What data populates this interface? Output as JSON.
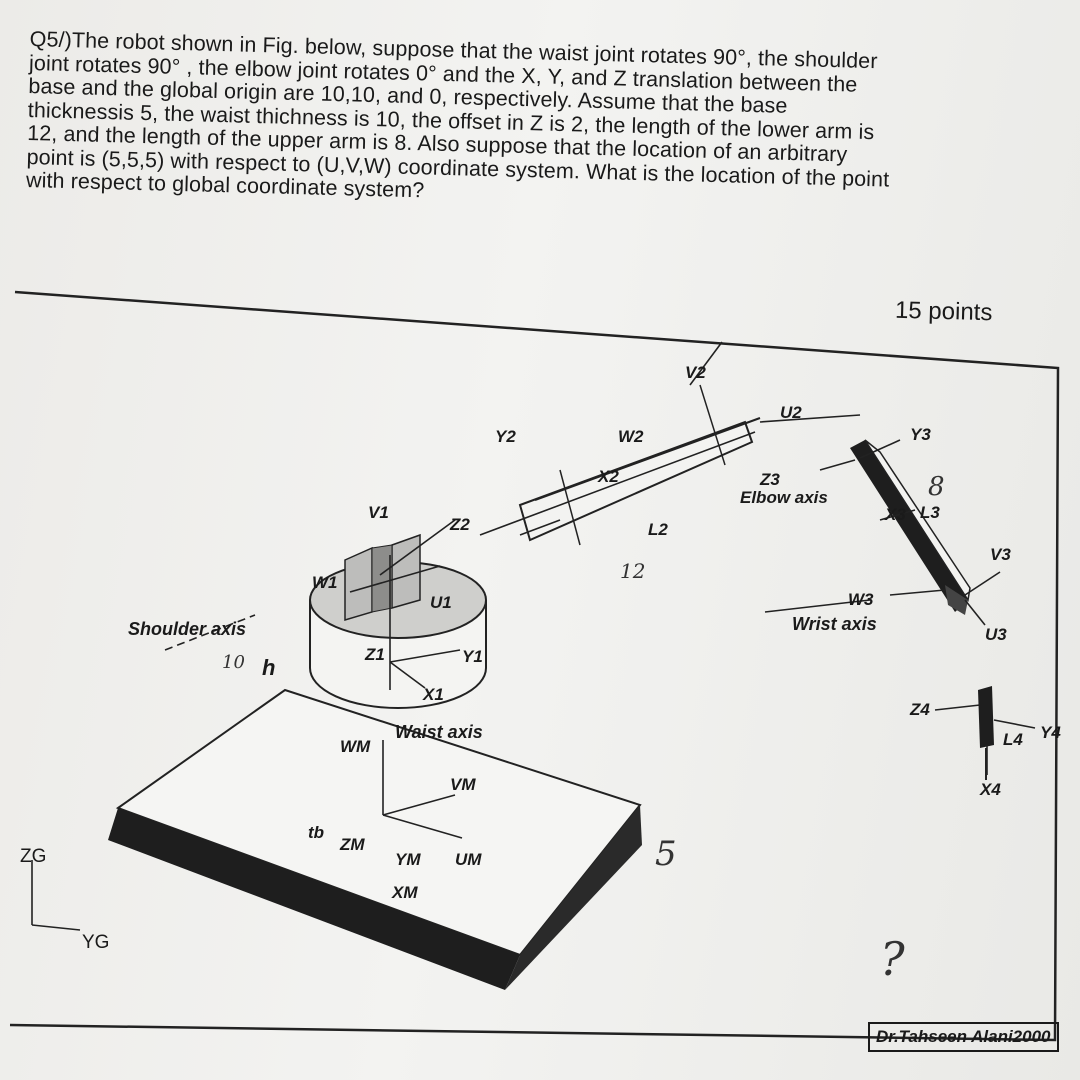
{
  "question": {
    "number_prefix": "Q5/)",
    "lines": [
      "The robot shown in Fig. below, suppose that the waist joint rotates 90°, the shoulder",
      "joint rotates 90° , the elbow joint rotates 0° and the X, Y, and Z translation between the",
      "base and the global origin are 10,10, and 0, respectively. Assume that the base",
      "thicknessis 5, the waist thichness is 10, the offset in Z is 2, the length of the lower arm is",
      "12, and the length of the upper arm is 8. Also suppose that the location of an arbitrary",
      "point is (5,5,5) with respect to (U,V,W) coordinate system. What is the location of the point",
      "with respect to global coordinate system?"
    ]
  },
  "points": "15 points",
  "footer": "Dr.Tahseen Alani2000",
  "figure": {
    "labels": {
      "v2": "V2",
      "u2": "U2",
      "y2": "Y2",
      "w2": "W2",
      "x2": "X2",
      "z3": "Z3",
      "elbow_axis": "Elbow axis",
      "y3": "Y3",
      "x3": "X3",
      "l3": "L3",
      "v3": "V3",
      "l2": "L2",
      "v1": "V1",
      "z2": "Z2",
      "w1": "W1",
      "u1": "U1",
      "shoulder_axis": "Shoulder axis",
      "z1": "Z1",
      "y1": "Y1",
      "h": "h",
      "x1": "X1",
      "waist_axis": "Waist axis",
      "wm": "WM",
      "vm": "VM",
      "tb": "tb",
      "zm": "ZM",
      "ym": "YM",
      "um": "UM",
      "xm": "XM",
      "w3": "W3",
      "wrist_axis": "Wrist axis",
      "u3": "U3",
      "z4": "Z4",
      "y4": "Y4",
      "l4": "L4",
      "x4": "X4",
      "zg": "ZG",
      "yg": "YG"
    },
    "handwritten": {
      "l2_note": "12",
      "h_note": "10",
      "l3_note": "8",
      "tb_note": "5",
      "question_mark": "?"
    }
  }
}
